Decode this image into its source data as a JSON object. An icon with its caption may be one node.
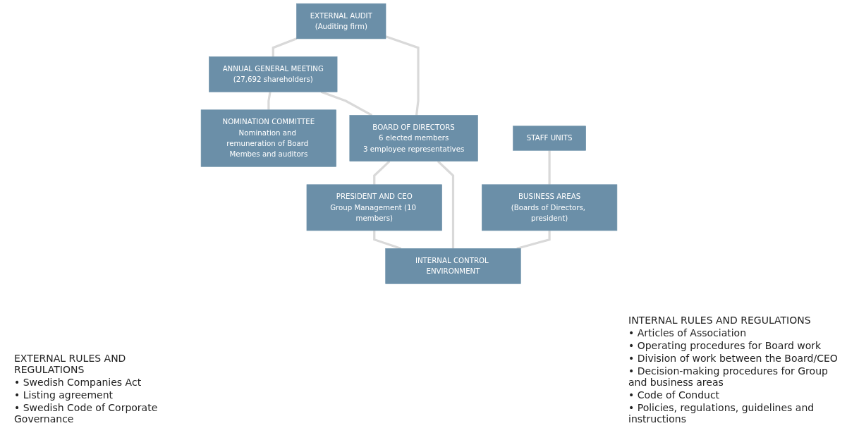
{
  "diagram": {
    "nodes": [
      {
        "text": [
          "EXTERNAL AUDIT",
          "(Auditing firm)"
        ]
      },
      {
        "text": [
          "ANNUAL GENERAL MEETING",
          "(27,692 shareholders)"
        ]
      },
      {
        "text": [
          "NOMINATION COMMITTEE",
          "Nomination and remuneration of Board Membes and auditors"
        ]
      },
      {
        "text": [
          "BOARD OF DIRECTORS",
          "6 elected members",
          "3 employee representatives"
        ]
      },
      {
        "text": [
          "PRESIDENT AND CEO",
          "Group Management (10 members)"
        ]
      },
      {
        "text": [
          "STAFF UNITS"
        ]
      },
      {
        "text": [
          "INTERNAL CONTROL ENVIRONMENT"
        ]
      },
      {
        "text": [
          "BUSINESS AREAS",
          "(Boards of Directors, president)"
        ]
      }
    ],
    "edges": [
      {
        "from": 0,
        "to": 1,
        "arrow": "none"
      },
      {
        "from": 0,
        "to": 3,
        "arrow": "none"
      },
      {
        "from": 1,
        "to": 2,
        "arrow": "none"
      },
      {
        "from": 1,
        "to": 3,
        "arrow": "none"
      },
      {
        "from": 3,
        "to": 4,
        "arrow": "none"
      },
      {
        "from": 5,
        "to": 7,
        "arrow": "none"
      },
      {
        "from": 3,
        "to": 6,
        "arrow": "none"
      },
      {
        "from": 4,
        "to": 6,
        "arrow": "none"
      },
      {
        "from": 7,
        "to": 6,
        "arrow": "none"
      }
    ],
    "labels": [
      "EXTERNAL RULES AND REGULATIONS",
      "• Swedish Companies Act",
      "• Listing agreement",
      "• Swedish Code of Corporate Governance",
      "INTERNAL RULES AND REGULATIONS",
      "• Articles of Association",
      "• Operating procedures for Board work",
      "• Division of work between the Board/CEO",
      "• Decision-making procedures for Group and business areas",
      "• Code of Conduct",
      "• Policies, regulations, guidelines and instructions"
    ]
  }
}
